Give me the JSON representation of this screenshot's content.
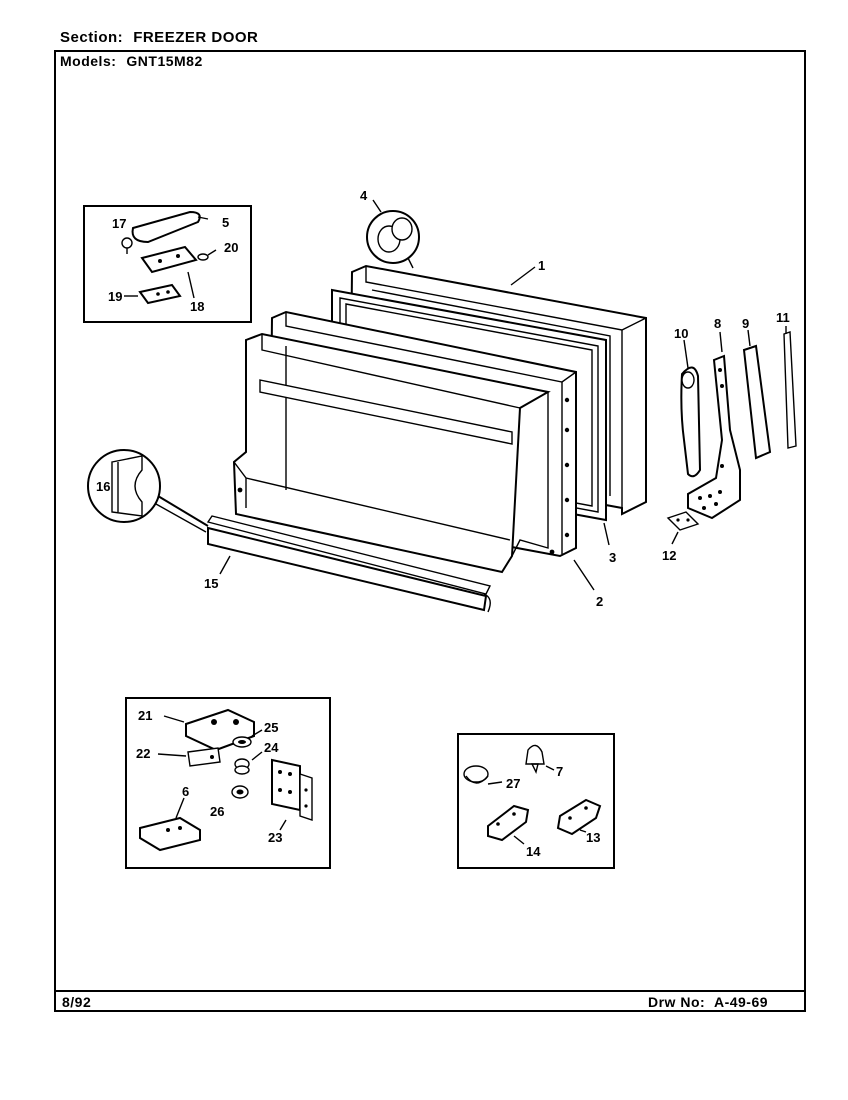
{
  "header": {
    "section_label": "Section:",
    "section_value": "FREEZER DOOR",
    "models_label": "Models:",
    "models_value": "GNT15M82"
  },
  "footer": {
    "date": "8/92",
    "drawing_label": "Drw No:",
    "drawing_number": "A-49-69"
  },
  "callouts": {
    "c1": "1",
    "c2": "2",
    "c3": "3",
    "c4": "4",
    "c5": "5",
    "c6": "6",
    "c7": "7",
    "c8": "8",
    "c9": "9",
    "c10": "10",
    "c11": "11",
    "c12": "12",
    "c13": "13",
    "c14": "14",
    "c15": "15",
    "c16": "16",
    "c17": "17",
    "c18": "18",
    "c19": "19",
    "c20": "20",
    "c21": "21",
    "c22": "22",
    "c23": "23",
    "c24": "24",
    "c25": "25",
    "c26": "26",
    "c27": "27"
  }
}
